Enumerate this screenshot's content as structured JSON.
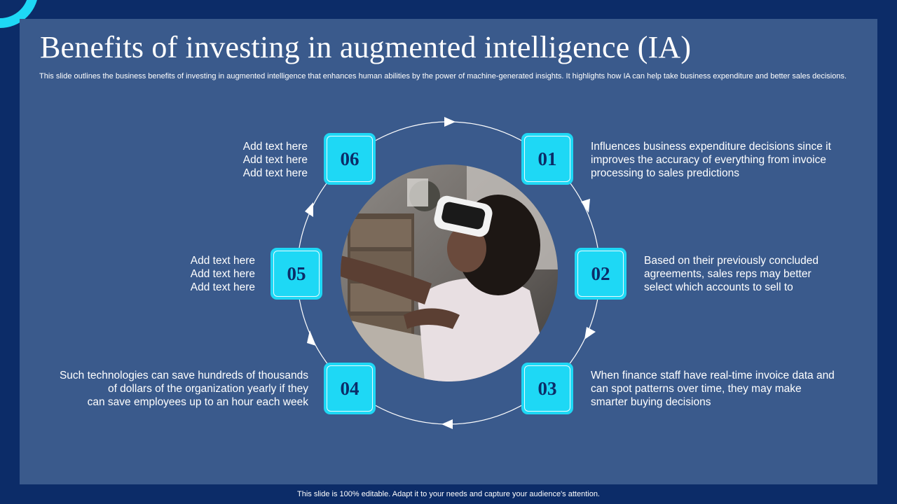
{
  "slide": {
    "title": "Benefits of investing in augmented intelligence (IA)",
    "subtitle": "This slide outlines the business benefits of investing in augmented intelligence that enhances human abilities by the power of machine-generated insights. It highlights how IA can help take business expenditure and better sales decisions.",
    "footer": "This slide is 100% editable. Adapt it to your needs and capture your audience's attention."
  },
  "colors": {
    "background": "#0c2c68",
    "panel": "#3a5a8c",
    "accent": "#1ed8f5",
    "badge_text": "#0c2c68"
  },
  "image": {
    "description_icon": "vr-headset-girl-photo"
  },
  "items": [
    {
      "number": "01",
      "lines": [
        "Influences  business expenditure  decisions since it",
        "improves the accuracy of everything  from invoice",
        "processing to sales predictions"
      ]
    },
    {
      "number": "02",
      "lines": [
        "Based on their previously  concluded",
        "agreements,  sales reps may better",
        "select which accounts  to sell to"
      ]
    },
    {
      "number": "03",
      "lines": [
        "When finance staff have real-time invoice data and",
        "can spot patterns over time,  they may make",
        "smarter buying decisions"
      ]
    },
    {
      "number": "04",
      "lines": [
        "Such technologies can save hundreds  of thousands",
        "of dollars of the organization yearly  if they",
        "can save employees  up to an hour each week"
      ]
    },
    {
      "number": "05",
      "lines": [
        "Add text here",
        "Add text here",
        "Add text here"
      ]
    },
    {
      "number": "06",
      "lines": [
        "Add text here",
        "Add text here",
        "Add text here"
      ]
    }
  ]
}
